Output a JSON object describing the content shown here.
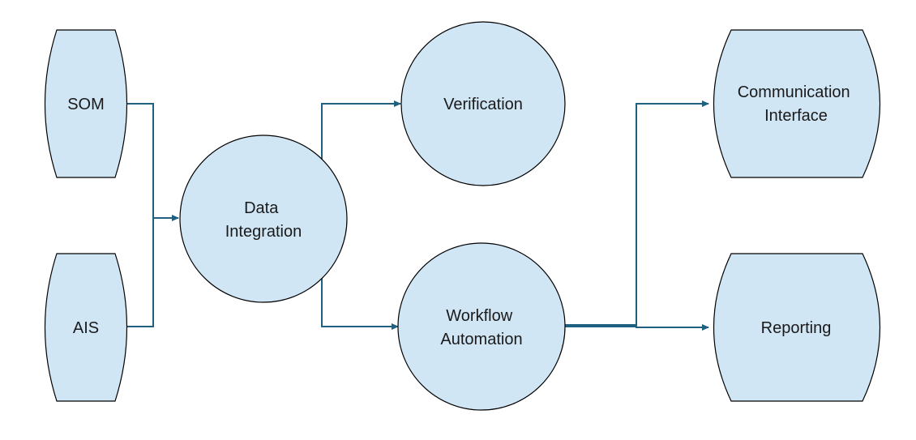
{
  "nodes": {
    "som": {
      "lines": [
        "SOM"
      ]
    },
    "ais": {
      "lines": [
        "AIS"
      ]
    },
    "data_integration": {
      "lines": [
        "Data",
        "Integration"
      ]
    },
    "verification": {
      "lines": [
        "Verification"
      ]
    },
    "workflow_automation": {
      "lines": [
        "Workflow",
        "Automation"
      ]
    },
    "communication_interface": {
      "lines": [
        "Communication",
        "Interface"
      ]
    },
    "reporting": {
      "lines": [
        "Reporting"
      ]
    }
  },
  "colors": {
    "node_fill": "#d1e6f5",
    "node_stroke": "#000000",
    "connector": "#1f5f80",
    "text": "#1a1a1a"
  }
}
